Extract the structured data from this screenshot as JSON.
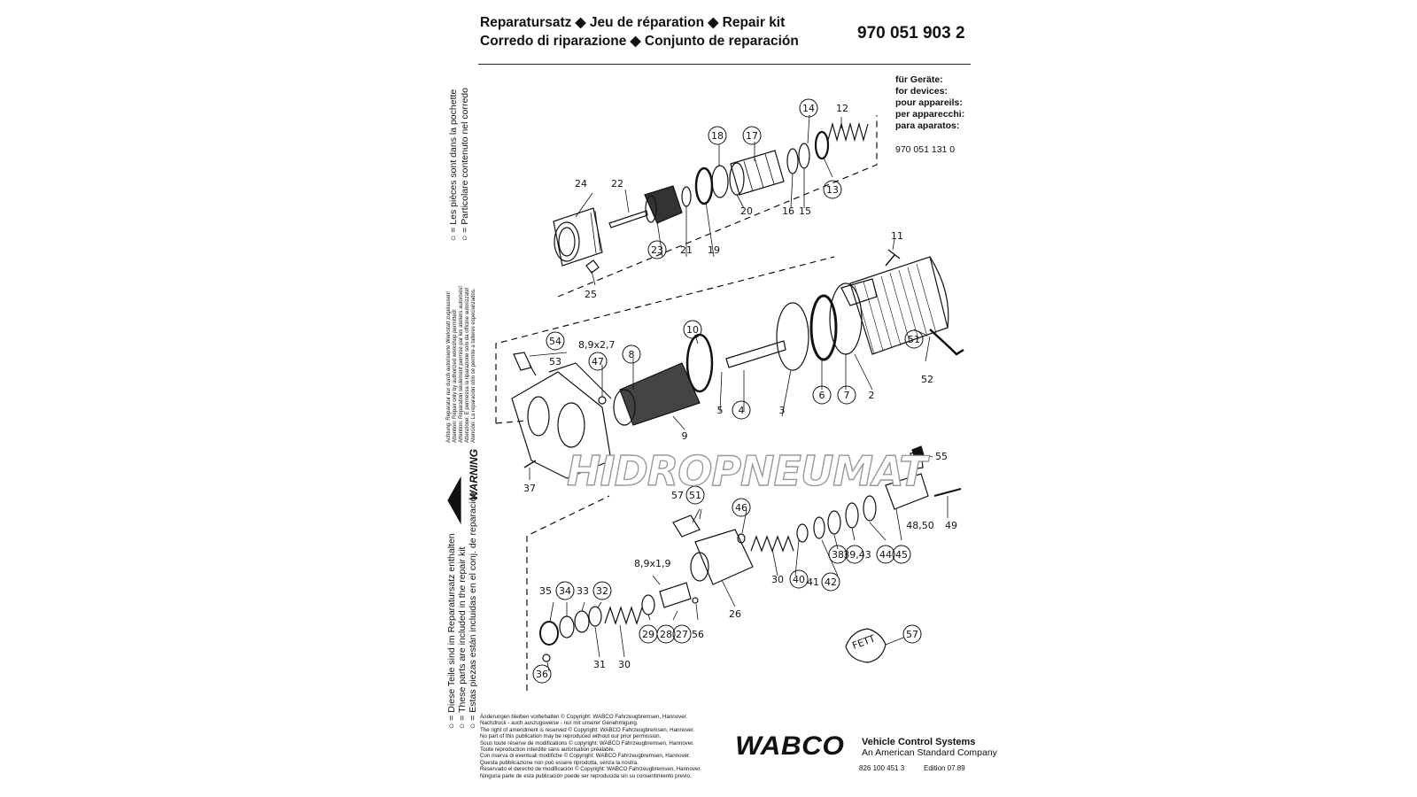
{
  "header": {
    "line1": "Reparatursatz ◆ Jeu de réparation ◆ Repair kit",
    "line2": "Corredo di riparazione ◆ Conjunto de reparación",
    "part_number": "970 051 903 2"
  },
  "devices": {
    "labels": [
      "für Geräte:",
      "for devices:",
      "pour appareils:",
      "per apparecchi:",
      "para aparatos:"
    ],
    "number": "970 051 131 0"
  },
  "side_notes": {
    "circle_note_1": "○ = Les pièces sont dans la pochette",
    "circle_note_2": "○ = Particolare contenuto nel corredo",
    "warning_label": "WARNING",
    "warning_lines": [
      "Achtung: Reparatur nur durch autorisierte Werkstatt zugelassen!",
      "Attention: Repair only by authorized workshop permitted!",
      "Attention: Réparation seulement permise par les ateliers autorisés!",
      "Attenzione: E permessa la riparazione solo da officine autorizzate!",
      "Atención: La reparación sólo se permite a talleres especializados."
    ],
    "included_lines": [
      "○ = Diese Teile sind im Reparatursatz enthalten",
      "○ = These parts are included in the repair kit",
      "○ = Estas piezas están incluidas en el conj. de reparación"
    ]
  },
  "copyright_lines": [
    "Änderungen bleiben vorbehalten © Copyright: WABCO Fahrzeugbremsen, Hannover.",
    "Nachdruck - auch auszugsweise - nur mit unserer Genehmigung.",
    "The right of amendment is reserved © Copyright: WABCO Fahrzeugbremsen, Hannover.",
    "No part of this publication may be reproduced without our prior permission.",
    "Sous toute réserve de modifications © copyright: WABCO Fahrzeugbremsen, Hannover.",
    "Toute reproduction interdite sans autorisation préalable.",
    "Con riserva di eventuali modifiche © Copyright: WABCO Fahrzeugbremsen, Hannover.",
    "Questa pubblicazione non può essere riprodotta, senza la nostra.",
    "Reservado el derecho de modificación © Copyright: WABCO Fahrzeugbremsen, Hannover.",
    "Ninguna parte de esta publicación puede ser reproducida sin su consentimiento previo."
  ],
  "brand": {
    "logo": "WABCO",
    "line1": "Vehicle Control Systems",
    "line2": "An American Standard Company",
    "doc_number": "826 100 451 3",
    "edition": "Edition  07.89"
  },
  "watermark": "HIDROPNEUMAT",
  "grease_label": "FETT",
  "dimension_labels": {
    "upper": "8,9x2,7",
    "lower": "8,9x1,9"
  },
  "part_labels": {
    "p24": "24",
    "p22": "22",
    "p23": "23",
    "p21": "21",
    "p19": "19",
    "p18": "18",
    "p17": "17",
    "p20": "20",
    "p16": "16",
    "p15": "15",
    "p14": "14",
    "p12": "12",
    "p13": "13",
    "p25": "25",
    "p11": "11",
    "p51a": "51",
    "p52": "52",
    "p10": "10",
    "p8": "8",
    "p47": "47",
    "p54": "54",
    "p53": "53",
    "p9": "9",
    "p5": "5",
    "p4": "4",
    "p3": "3",
    "p6": "6",
    "p7": "7",
    "p2": "2",
    "p37": "37",
    "p55": "55",
    "p57a": "57",
    "p51b": "51",
    "p46": "46",
    "p49": "49",
    "p4850": "48,50",
    "p39": "39,43",
    "p44": "44",
    "p45": "45",
    "p38": "38",
    "p42": "42",
    "p41": "41",
    "p40": "40",
    "p30a": "30",
    "p26": "26",
    "p35": "35",
    "p34": "34",
    "p33": "33",
    "p32": "32",
    "p31": "31",
    "p30b": "30",
    "p29": "29",
    "p28": "28",
    "p27": "27",
    "p56": "56",
    "p36": "36",
    "p57b": "57"
  }
}
